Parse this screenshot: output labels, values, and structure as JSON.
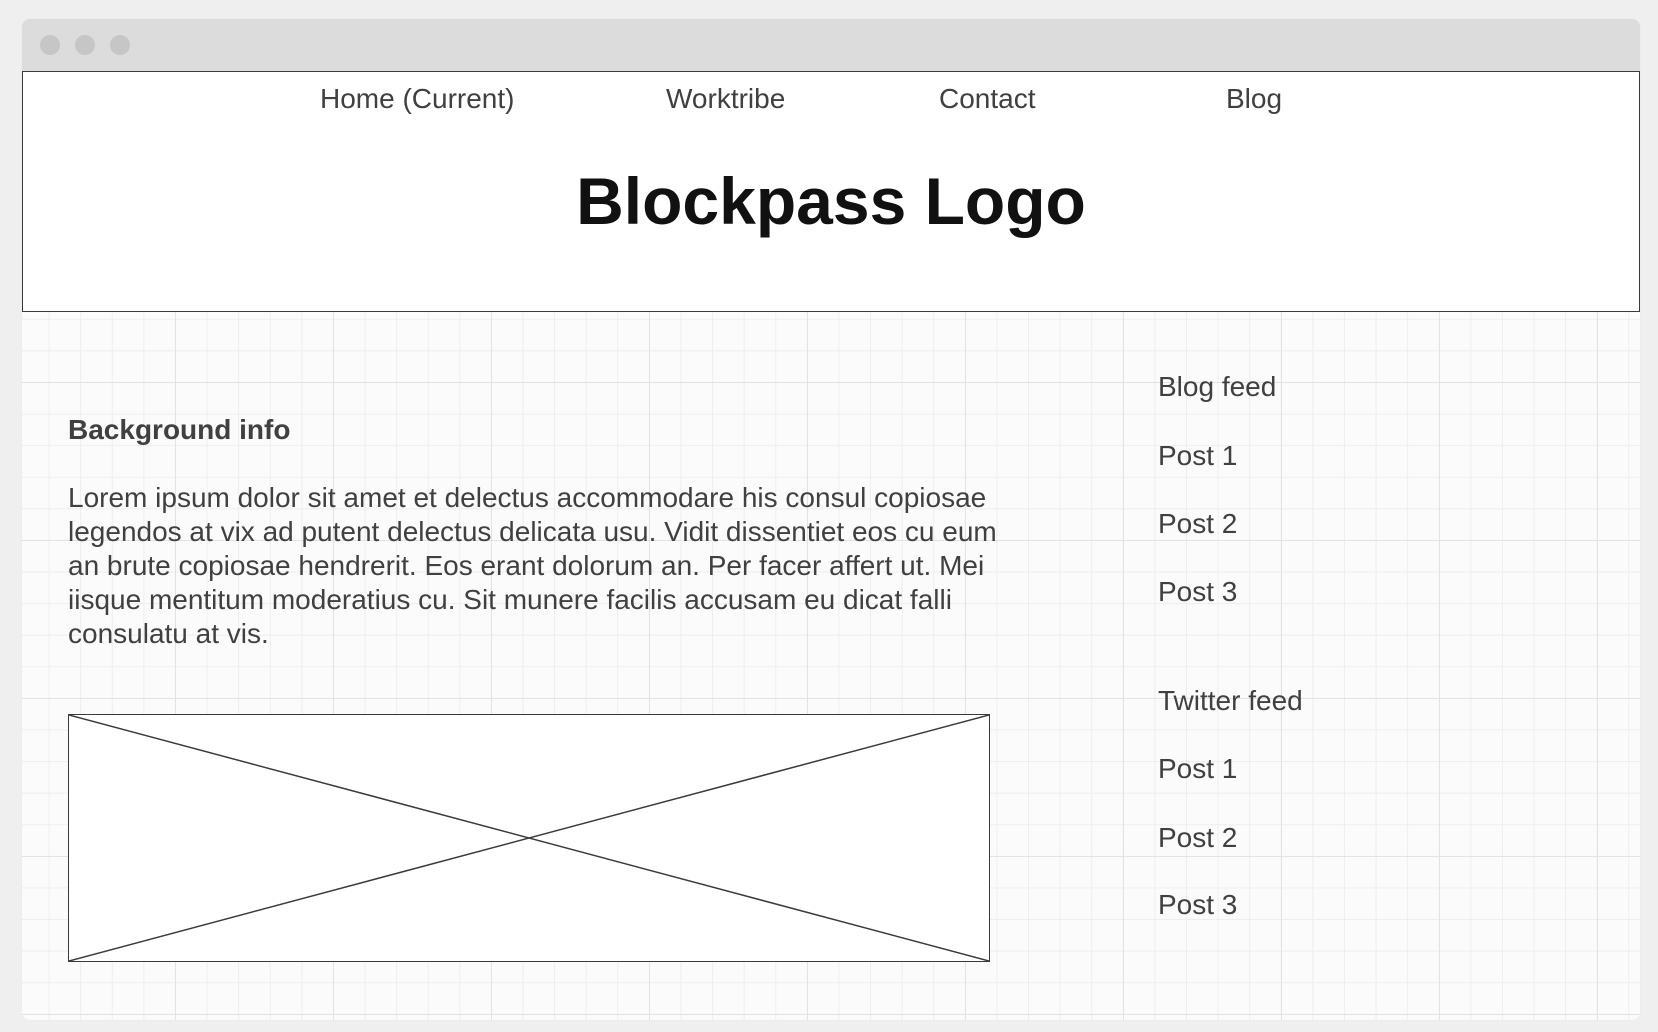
{
  "nav": {
    "items": [
      "Home (Current)",
      "Worktribe",
      "Contact",
      "Blog"
    ]
  },
  "header": {
    "logo": "Blockpass Logo"
  },
  "main": {
    "section_title": "Background info",
    "paragraph": "Lorem ipsum dolor sit amet et delectus accommodare his consul copiosae legendos at vix ad putent delectus delicata usu. Vidit dissentiet eos cu eum an brute copiosae hendrerit. Eos erant dolorum an. Per facer affert ut. Mei iisque mentitum moderatius cu. Sit munere facilis accusam eu dicat falli consulatu at vis.",
    "image_placeholder_icon": "image-placeholder-icon"
  },
  "sidebar": {
    "blog_feed": {
      "label": "Blog feed",
      "posts": [
        "Post 1",
        "Post 2",
        "Post 3"
      ]
    },
    "twitter_feed": {
      "label": "Twitter feed",
      "posts": [
        "Post 1",
        "Post 2",
        "Post 3"
      ]
    }
  },
  "colors": {
    "background": "#efefef",
    "titlebar": "#dcdcdc",
    "border": "#3a3a3a",
    "text": "#404040",
    "logo_text": "#111111"
  }
}
